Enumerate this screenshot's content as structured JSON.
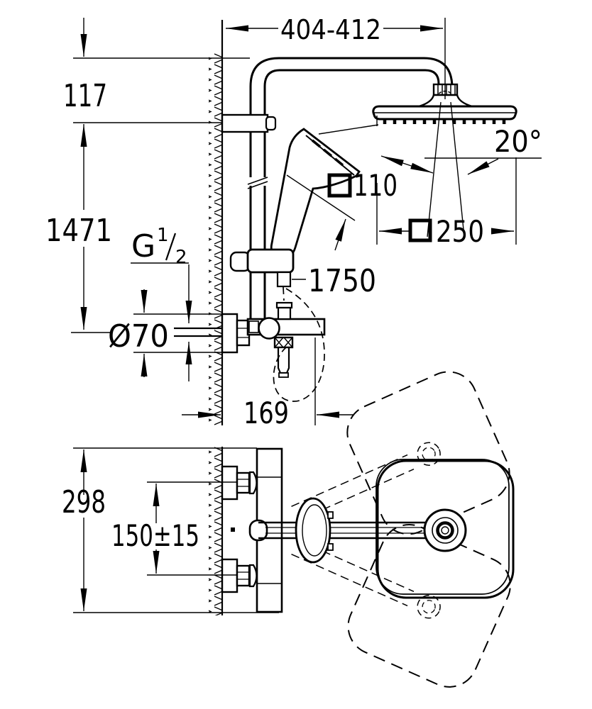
{
  "drawing": {
    "kind": "shower-system-installation-diagram",
    "colors": {
      "ink": "#000000",
      "background": "#ffffff"
    },
    "dims": {
      "arm_reach": "404-412",
      "head_offset": "117",
      "supply_height": "1471",
      "thread_letter": "G",
      "thread_numerator": "1",
      "thread_denominator": "2",
      "escutcheon_diameter": "Ø70",
      "hose_length": "1750",
      "hand_shower_face": "110",
      "head_shower_face": "250",
      "tilt_angle": "20°",
      "projection": "169",
      "plan_span": "298",
      "supply_spacing": "150±15"
    }
  }
}
